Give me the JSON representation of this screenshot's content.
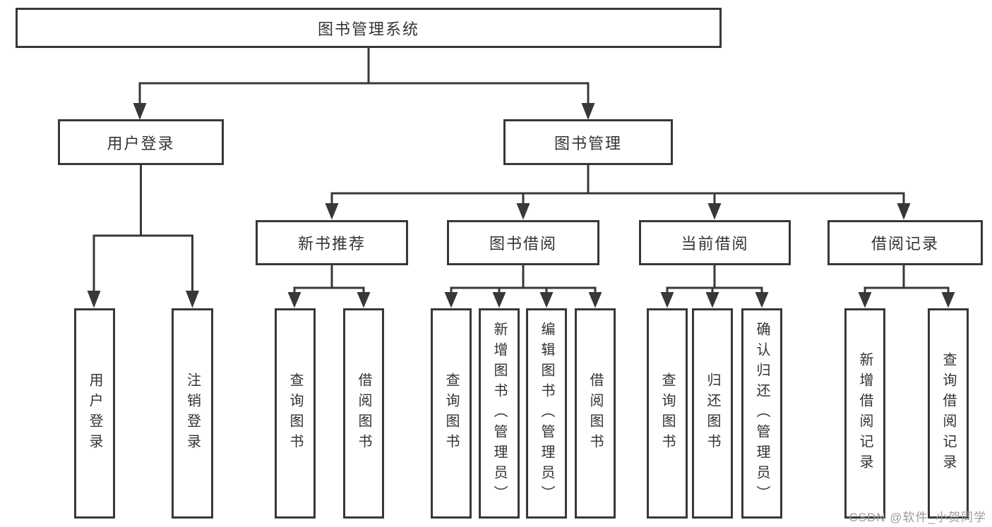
{
  "diagram": {
    "title": "图书管理系统",
    "level2": {
      "user_login": "用户登录",
      "book_management": "图书管理"
    },
    "level3": {
      "new_book_recommend": "新书推荐",
      "book_borrow": "图书借阅",
      "current_borrow": "当前借阅",
      "borrow_records": "借阅记录"
    },
    "leaves": {
      "user_login": [
        "用户登录",
        "注销登录"
      ],
      "new_book_recommend": [
        "查询图书",
        "借阅图书"
      ],
      "book_borrow": [
        "查询图书",
        "新增图书（管理员）",
        "编辑图书（管理员）",
        "借阅图书"
      ],
      "current_borrow": [
        "查询图书",
        "归还图书",
        "确认归还（管理员）"
      ],
      "borrow_records": [
        "新增借阅记录",
        "查询借阅记录"
      ]
    }
  },
  "watermark": "CSDN @软件_小贺同学",
  "colors": {
    "line": "#383838",
    "text": "#333333",
    "watermark": "#9b9b9b",
    "background": "#ffffff"
  }
}
